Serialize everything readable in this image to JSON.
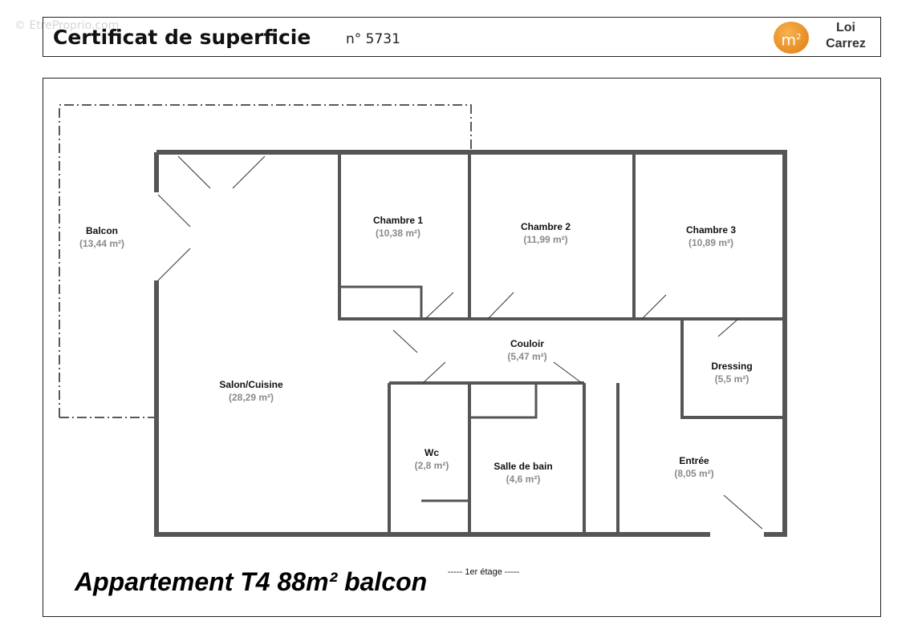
{
  "watermark": "© EtreProprio.com",
  "header": {
    "title": "Certificat de superficie",
    "number": "n° 5731",
    "badge": "m",
    "badge_sup": "2",
    "badge_color": "#e8891f",
    "brand_line1": "Loi",
    "brand_line2": "Carrez"
  },
  "rooms": [
    {
      "name": "Balcon",
      "area": "(13,44 m²)"
    },
    {
      "name": "Chambre 1",
      "area": "(10,38 m²)"
    },
    {
      "name": "Chambre 2",
      "area": "(11,99 m²)"
    },
    {
      "name": "Chambre 3",
      "area": "(10,89 m²)"
    },
    {
      "name": "Couloir",
      "area": "(5,47 m²)"
    },
    {
      "name": "Dressing",
      "area": "(5,5 m²)"
    },
    {
      "name": "Salon/Cuisine",
      "area": "(28,29 m²)"
    },
    {
      "name": "Wc",
      "area": "(2,8 m²)"
    },
    {
      "name": "Salle de bain",
      "area": "(4,6 m²)"
    },
    {
      "name": "Entrée",
      "area": "(8,05 m²)"
    }
  ],
  "footer": {
    "title": "Appartement T4  88m² balcon",
    "floor": "----- 1er étage -----"
  }
}
